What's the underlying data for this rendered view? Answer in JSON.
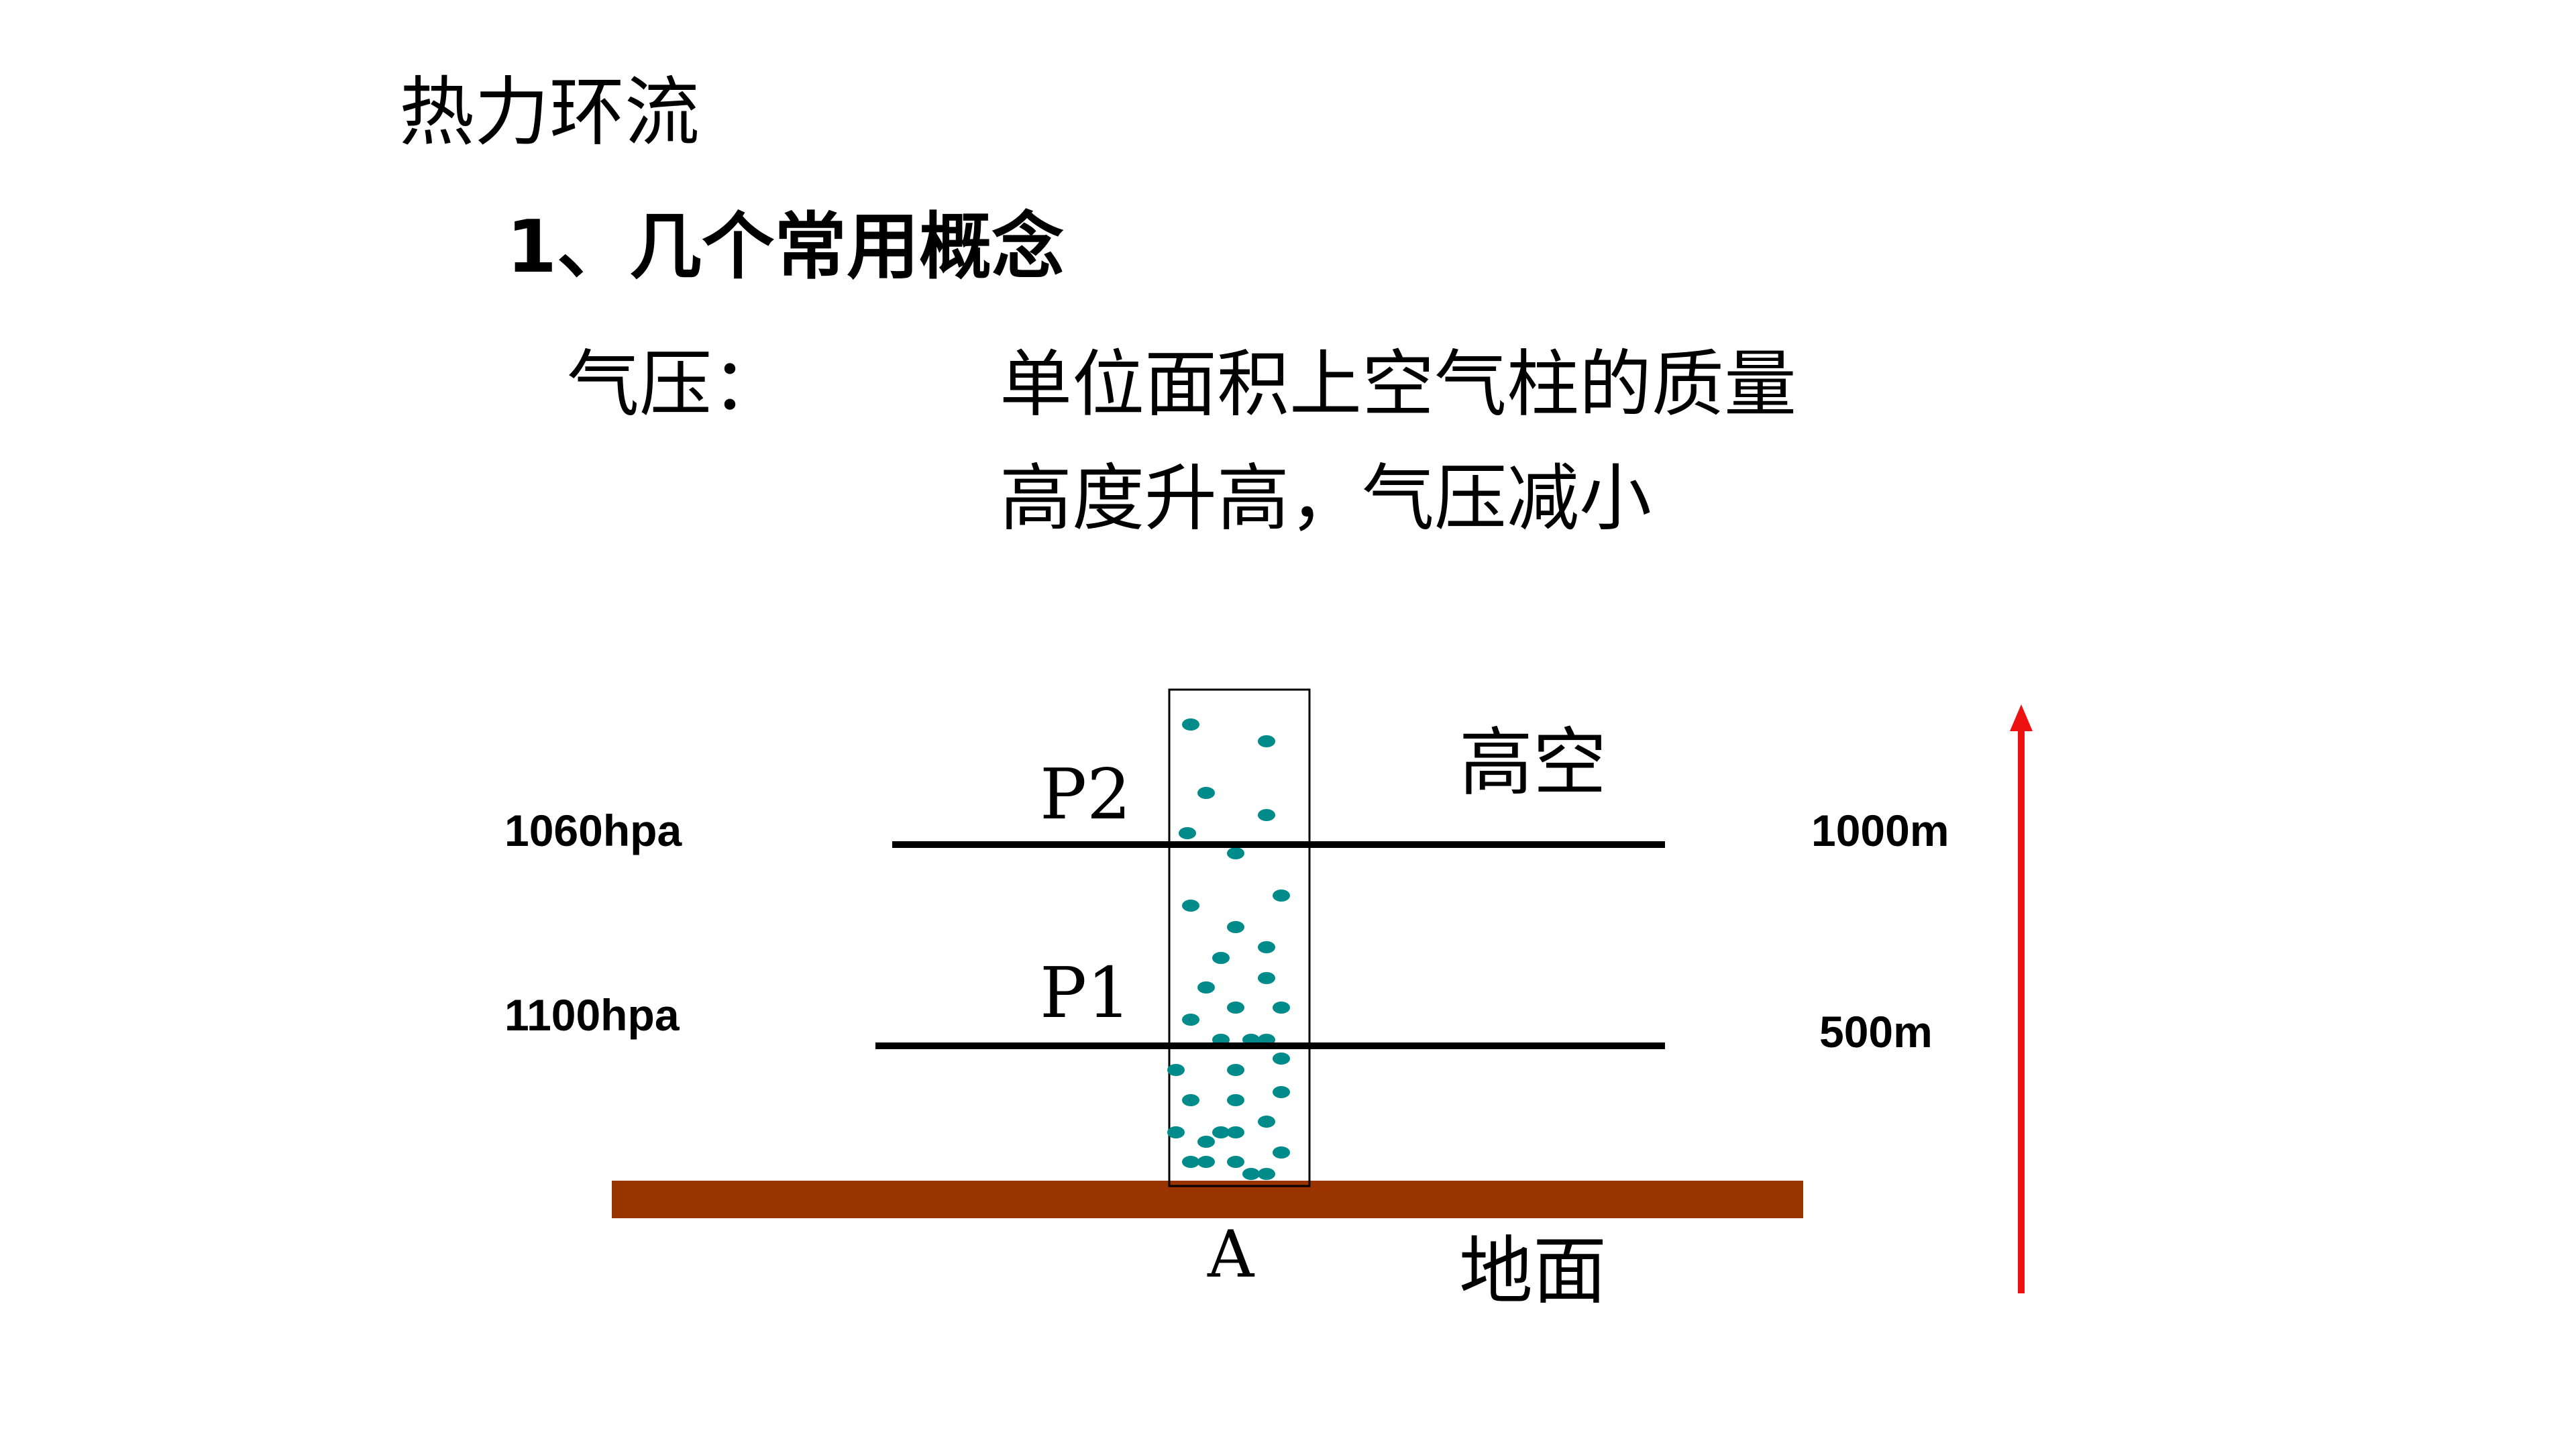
{
  "slide": {
    "title": "热力环流",
    "subtitle": "1、几个常用概念",
    "concept": {
      "term": "气压：",
      "definition": "单位面积上空气柱的质量",
      "property": "高度升高，气压减小"
    }
  },
  "diagram": {
    "levels": [
      {
        "label": "P2",
        "pressure": "1060hpa",
        "height": "1000m"
      },
      {
        "label": "P1",
        "pressure": "1100hpa",
        "height": "500m"
      }
    ],
    "upper_air_label": "高空",
    "ground_label": "地面",
    "point_label": "A",
    "colors": {
      "ground": "#993300",
      "particles": "#008B8B",
      "arrow": "#EE1111",
      "lines": "#000000"
    }
  }
}
